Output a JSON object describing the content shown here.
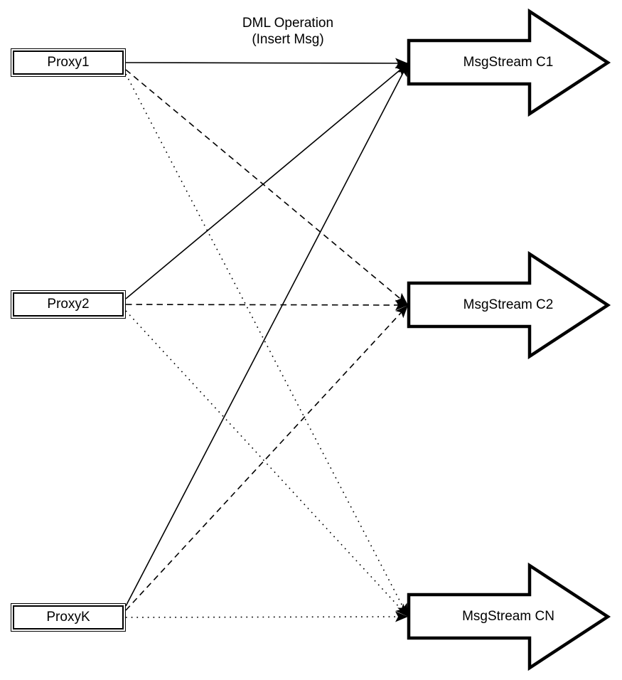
{
  "diagram": {
    "background_color": "#ffffff",
    "stroke_color": "#000000",
    "fill_color": "#ffffff",
    "edge_label": {
      "line1": "DML Operation",
      "line2": "(Insert Msg)"
    },
    "proxies": [
      {
        "label": "Proxy1"
      },
      {
        "label": "Proxy2"
      },
      {
        "label": "ProxyK"
      }
    ],
    "streams": [
      {
        "label": "MsgStream C1"
      },
      {
        "label": "MsgStream C2"
      },
      {
        "label": "MsgStream CN"
      }
    ],
    "connections": [
      {
        "from": "Proxy1",
        "to": "MsgStream C1",
        "style": "solid",
        "label": "DML Operation (Insert Msg)"
      },
      {
        "from": "Proxy2",
        "to": "MsgStream C1",
        "style": "solid"
      },
      {
        "from": "ProxyK",
        "to": "MsgStream C1",
        "style": "solid"
      },
      {
        "from": "Proxy1",
        "to": "MsgStream C2",
        "style": "dashed"
      },
      {
        "from": "Proxy2",
        "to": "MsgStream C2",
        "style": "dashed"
      },
      {
        "from": "ProxyK",
        "to": "MsgStream C2",
        "style": "dashed"
      },
      {
        "from": "Proxy1",
        "to": "MsgStream CN",
        "style": "dotted"
      },
      {
        "from": "Proxy2",
        "to": "MsgStream CN",
        "style": "dotted"
      },
      {
        "from": "ProxyK",
        "to": "MsgStream CN",
        "style": "dotted"
      }
    ]
  }
}
